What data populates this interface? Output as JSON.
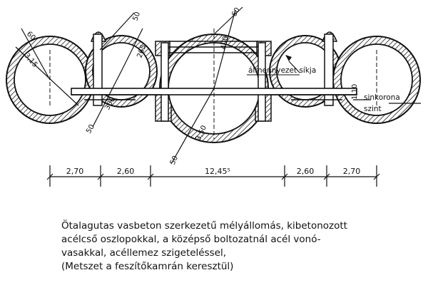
{
  "drawing": {
    "labels": {
      "wall_left": "60",
      "radius_side": "3,15",
      "wall_col": "50",
      "col_height": "265",
      "radius_mid": "300",
      "wall_low": "50",
      "radius_center": "400",
      "wall_center": "60",
      "radius_bottom": "3,50",
      "wall_bottom": "50",
      "ceiling_plane": "álmennyezet síkja",
      "rail_offset": "1,10",
      "rail_level_1": "sinkorona",
      "rail_level_2": "szint"
    },
    "dimensions": [
      "2,70",
      "2,60",
      "12,45⁵",
      "2,60",
      "2,70"
    ]
  },
  "caption": {
    "line1": "Ötalagutas vasbeton szerkezetű mélyállomás, kibetonozott",
    "line2": "acélcső oszlopokkal, a középső boltozatnál acél vonó-",
    "line3": "vasakkal, acéllemez szigeteléssel,",
    "line4": "(Metszet a feszítőkamrán keresztül)"
  }
}
